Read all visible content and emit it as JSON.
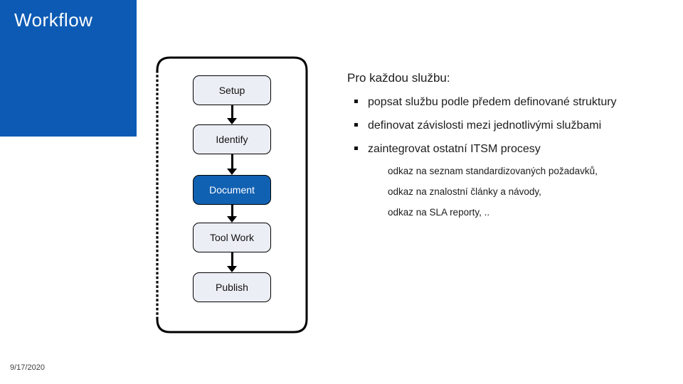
{
  "slide": {
    "title": "Workflow"
  },
  "flowchart": {
    "steps": [
      {
        "label": "Setup",
        "highlighted": false
      },
      {
        "label": "Identify",
        "highlighted": false
      },
      {
        "label": "Document",
        "highlighted": true
      },
      {
        "label": "Tool Work",
        "highlighted": false
      },
      {
        "label": "Publish",
        "highlighted": false
      }
    ]
  },
  "content": {
    "heading": "Pro každou službu:",
    "bullets": [
      "popsat službu podle předem definované struktury",
      "definovat závislosti mezi jednotlivými službami",
      "zaintegrovat ostatní ITSM procesy"
    ],
    "sub_items": [
      "odkaz na seznam standardizovaných požadavků,",
      "odkaz na znalostní články a návody,",
      "odkaz na SLA reporty, .."
    ]
  },
  "footer": {
    "date": "9/17/2020"
  },
  "colors": {
    "sidebar_blue": "#0c5ab4",
    "highlight_blue": "#1161b3",
    "box_fill": "#eceef5",
    "box_border": "#000000",
    "text": "#1c1c1c"
  }
}
